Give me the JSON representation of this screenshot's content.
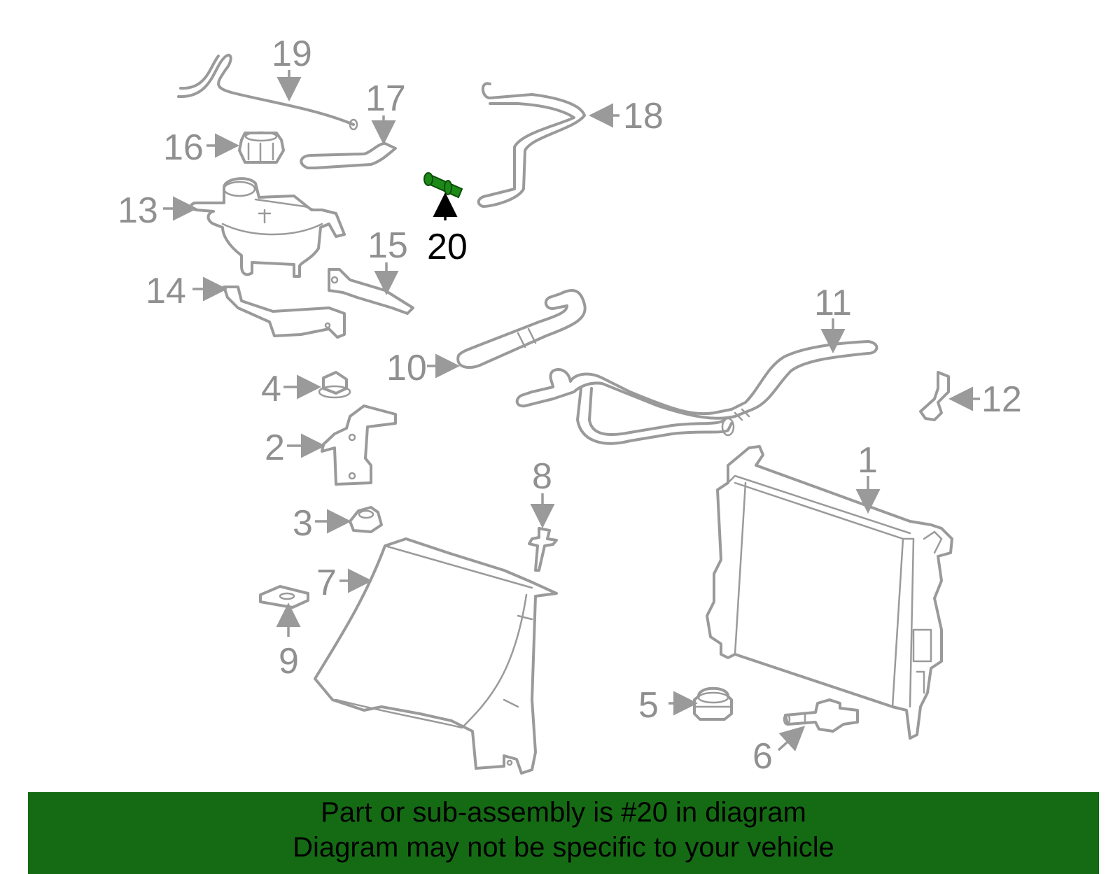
{
  "callouts": [
    {
      "id": "1",
      "label": "1"
    },
    {
      "id": "2",
      "label": "2"
    },
    {
      "id": "3",
      "label": "3"
    },
    {
      "id": "4",
      "label": "4"
    },
    {
      "id": "5",
      "label": "5"
    },
    {
      "id": "6",
      "label": "6"
    },
    {
      "id": "7",
      "label": "7"
    },
    {
      "id": "8",
      "label": "8"
    },
    {
      "id": "9",
      "label": "9"
    },
    {
      "id": "10",
      "label": "10"
    },
    {
      "id": "11",
      "label": "11"
    },
    {
      "id": "12",
      "label": "12"
    },
    {
      "id": "13",
      "label": "13"
    },
    {
      "id": "14",
      "label": "14"
    },
    {
      "id": "15",
      "label": "15"
    },
    {
      "id": "16",
      "label": "16"
    },
    {
      "id": "17",
      "label": "17"
    },
    {
      "id": "18",
      "label": "18"
    },
    {
      "id": "19",
      "label": "19"
    },
    {
      "id": "20",
      "label": "20"
    }
  ],
  "highlighted_part": "20",
  "colors": {
    "part_stroke": "#9a9a9a",
    "highlight_part": "#1c8a17",
    "banner_background": "#156b14",
    "banner_text": "#000000"
  },
  "banner": {
    "line1": "Part or sub-assembly is #20 in diagram",
    "line2": "Diagram may not be specific to your vehicle"
  }
}
